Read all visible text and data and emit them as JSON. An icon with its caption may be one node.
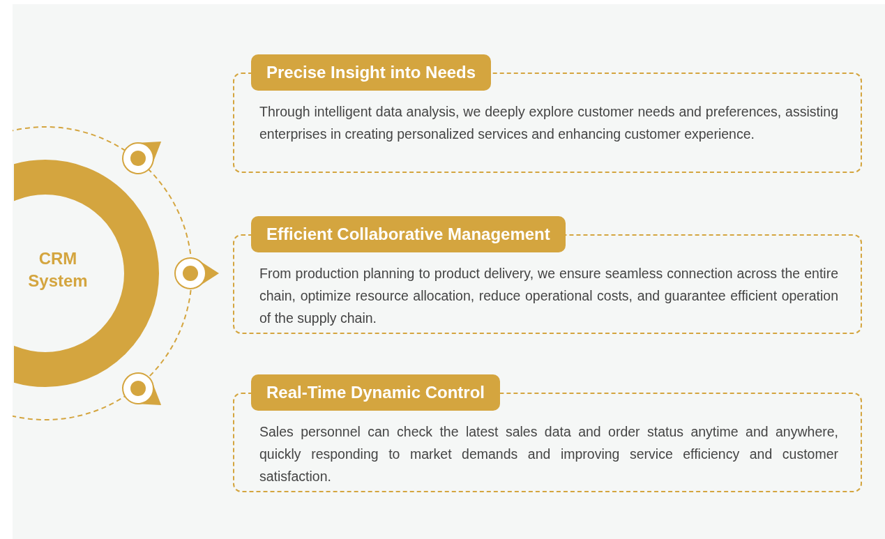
{
  "diagram": {
    "nodes": [
      {
        "text": [
          "CRM System"
        ]
      },
      {
        "text": [],
        "shape": "circle"
      },
      {
        "text": [],
        "shape": "circle"
      },
      {
        "text": [],
        "shape": "circle"
      },
      {
        "text": [
          "Precise Insight into Needs",
          "Through intelligent data analysis, we deeply explore customer needs and preferences, assisting enterprises in creating personalized services and enhancing customer experience."
        ]
      },
      {
        "text": [
          "Efficient Collaborative Management",
          "From production planning to product delivery, we ensure seamless connection across the entire chain, optimize resource allocation, reduce operational costs, and guarantee efficient operation of the supply chain."
        ]
      },
      {
        "text": [
          "Real-Time Dynamic Control",
          "Sales personnel can check the latest sales data and order status anytime and anywhere, quickly responding to market demands and improving service efficiency and customer satisfaction."
        ]
      }
    ]
  }
}
